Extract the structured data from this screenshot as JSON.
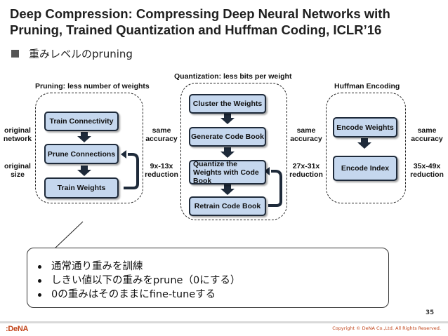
{
  "slide": {
    "title_line1": "Deep Compression: Compressing Deep Neural Networks with",
    "title_line2": "Pruning, Trained Quantization and Huffman Coding, ICLR’16",
    "subtitle": "重みレベルのpruning",
    "page_number": "35",
    "logo_text": ":DeNA",
    "copyright": "Copyright © DeNA Co.,Ltd. All Rights Reserved."
  },
  "diagram": {
    "sections": {
      "pruning": "Pruning: less number of weights",
      "quantization": "Quantization: less bits per weight",
      "huffman": "Huffman Encoding"
    },
    "pruning_steps": [
      "Train Connectivity",
      "Prune Connections",
      "Train Weights"
    ],
    "quantization_steps": [
      "Cluster the Weights",
      "Generate Code Book",
      "Quantize the Weights with Code Book",
      "Retrain Code Book"
    ],
    "huffman_steps": [
      "Encode Weights",
      "Encode Index"
    ],
    "left_labels": {
      "top": "original network",
      "bottom": "original size"
    },
    "stage_labels": [
      {
        "top": "same accuracy",
        "bottom": "9x-13x reduction"
      },
      {
        "top": "same accuracy",
        "bottom": "27x-31x reduction"
      },
      {
        "top": "same accuracy",
        "bottom": "35x-49x reduction"
      }
    ]
  },
  "notes": [
    "通常通り重みを訓練",
    "しきい値以下の重みをprune（0にする）",
    "0の重みはそのままにfine-tuneする"
  ],
  "colors": {
    "stage_fill": "#c5d7ee",
    "stage_border": "#1e2a3a",
    "brand": "#c2451b"
  },
  "icons": [
    "pruned-weight-matrix-icon",
    "pruned-neuron-icon"
  ]
}
